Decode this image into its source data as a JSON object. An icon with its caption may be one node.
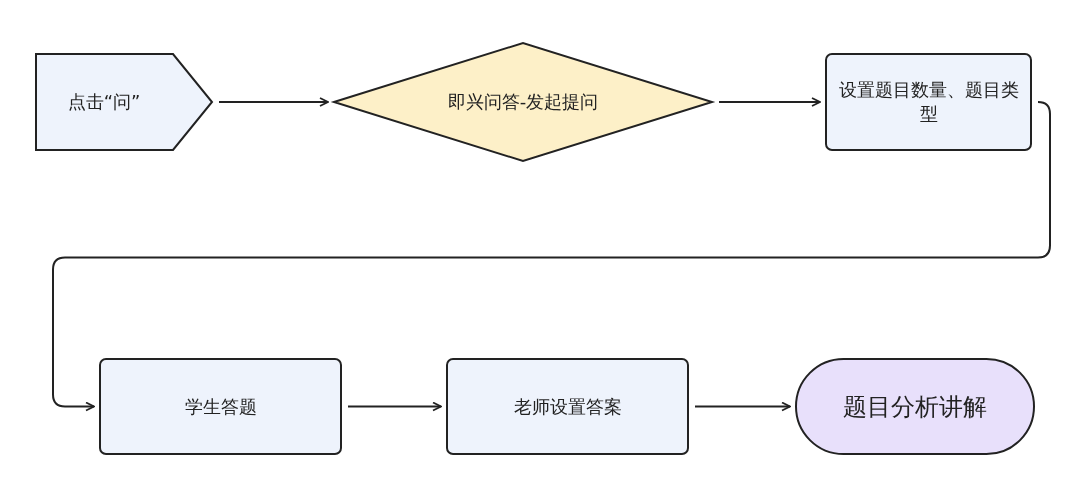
{
  "diagram": {
    "nodes": [
      {
        "text": [
          "点击“问”"
        ]
      },
      {
        "text": [
          "即兴问答-发起提问"
        ]
      },
      {
        "text": [
          "设置题目数量、题目类型"
        ]
      },
      {
        "text": [
          "学生答题"
        ]
      },
      {
        "text": [
          "老师设置答案"
        ]
      },
      {
        "text": [
          "题目分析讲解"
        ]
      }
    ],
    "edges": [
      {
        "from": 0,
        "to": 1,
        "arrow": "to"
      },
      {
        "from": 1,
        "to": 2,
        "arrow": "to"
      },
      {
        "from": 2,
        "to": 3,
        "arrow": "to"
      },
      {
        "from": 3,
        "to": 4,
        "arrow": "to"
      },
      {
        "from": 4,
        "to": 5,
        "arrow": "to"
      }
    ]
  }
}
